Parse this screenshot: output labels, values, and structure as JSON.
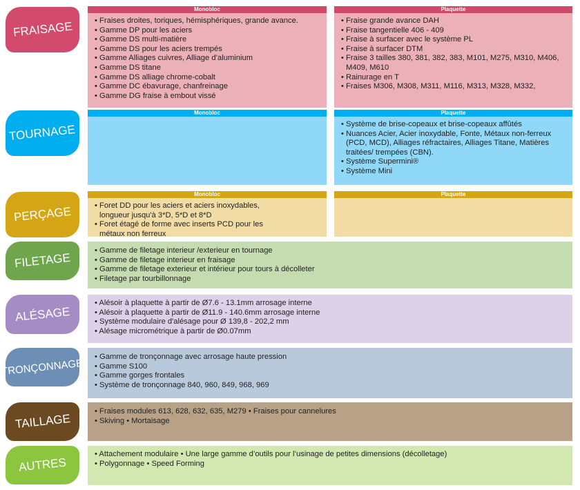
{
  "headers": {
    "mono": "Monobloc",
    "plaq": "Plaquette"
  },
  "fraisage": {
    "label": "FRAISAGE",
    "mono": [
      "Fraises droites, toriques, hémisphériques, grande avance.",
      "Gamme DP pour les aciers",
      "Gamme DS multi-matière",
      "Gamme DS pour les aciers trempés",
      "Gamme Alliages cuivres, Alliage d’aluminium",
      "Gamme DS titane",
      "Gamme DS alliage chrome-cobalt",
      "Gamme DC ébavurage, chanfreinage",
      "Gamme DG fraise à embout vissé"
    ],
    "plaq": [
      "Fraise grande avance DAH",
      "Fraise tangentielle 406 - 409",
      "Fraise à surfacer avec le système PL",
      "Fraise à surfacer DTM",
      "Fraise 3 tailles 380, 381, 382, 383, M101, M275, M310, M406, M409, M610",
      "Rainurage en T",
      "Fraises M306, M308, M311, M116, M313, M328, M332,"
    ]
  },
  "tournage": {
    "label": "TOURNAGE",
    "plaq": [
      "Système de brise-copeaux et brise-copeaux affûtés",
      "Nuances Acier, Acier inoxydable, Fonte, Métaux non-ferreux (PCD, MCD), Alliages réfractaires, Alliages Titane, Matières traitées/ trempées (CBN).",
      "Système Supermini®",
      "Système Mini"
    ]
  },
  "percage": {
    "label": "PERÇAGE",
    "mono": [
      "Foret DD pour les aciers et aciers inoxydables, longueur  jusqu'à 3*D, 5*D et 8*D",
      "Foret étagé de forme avec inserts PCD pour les métaux non ferreux"
    ]
  },
  "filetage": {
    "label": "FILETAGE",
    "items": [
      "Gamme de filetage interieur /exterieur en tournage",
      "Gamme de filetage interieur en fraisage",
      "Gamme de filetage exterieur et intérieur pour tours à  décolleter",
      "Filetage par tourbillonnage"
    ]
  },
  "alesage": {
    "label": "ALÉSAGE",
    "items": [
      "Alésoir à plaquette à partir de Ø7.6 - 13.1mm arrosage interne",
      "Alésoir à plaquette à partir de Ø11.9 -  140.6mm arrosage interne",
      "Système modulaire d'alésage pour Ø 139,8 - 202,2 mm",
      "Alésage micrométrique à partir de Ø0.07mm"
    ]
  },
  "tronconnage": {
    "label": "TRONÇONNAGE",
    "items": [
      "Gamme de tronçonnage avec arrosage haute pression",
      "Gamme S100",
      "Gamme gorges frontales",
      "Système de tronçonnage 840, 960, 849, 968, 969"
    ]
  },
  "taillage": {
    "label": "TAILLAGE",
    "items": [
      "Fraises modules 613, 628, 632, 635, M279 • Fraises pour cannelures",
      "Skiving • Mortaisage"
    ]
  },
  "autres": {
    "label": "AUTRES",
    "items": [
      "Attachement modulaire • Une large gamme d’outils pour l’usinage de petites dimensions (décolletage)",
      "Polygonnage • Speed Forming"
    ]
  },
  "colors": {
    "fraisage": "#d24a6c",
    "tournage": "#00aeef",
    "percage": "#d4a514",
    "filetage": "#6ea54d",
    "alesage": "#a68cc4",
    "tronconnage": "#6d8fb5",
    "taillage": "#6b4a22",
    "autres": "#8cc63f"
  }
}
